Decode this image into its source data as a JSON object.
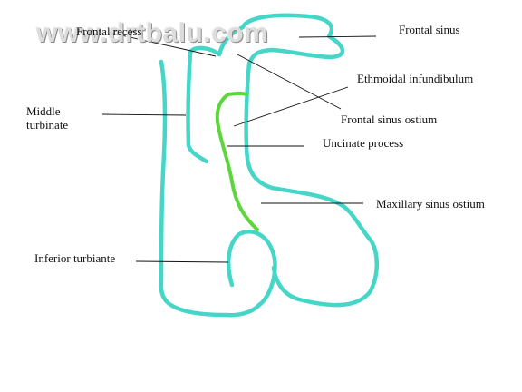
{
  "watermark": "www.drtbalu.com",
  "labels": {
    "frontal_recess": "Frontal recess",
    "frontal_sinus": "Frontal sinus",
    "ethmoidal_infundibulum": "Ethmoidal infundibulum",
    "middle_turbinate": "Middle\nturbinate",
    "frontal_sinus_ostium": "Frontal sinus ostium",
    "uncinate_process": "Uncinate process",
    "maxillary_sinus_ostium": "Maxillary sinus ostium",
    "inferior_turbinate": "Inferior turbiante"
  },
  "colors": {
    "outline": "#45d6c8",
    "uncinate": "#5cd63c",
    "leader": "#111111",
    "text": "#111111",
    "watermark": "#dcdcdc"
  }
}
